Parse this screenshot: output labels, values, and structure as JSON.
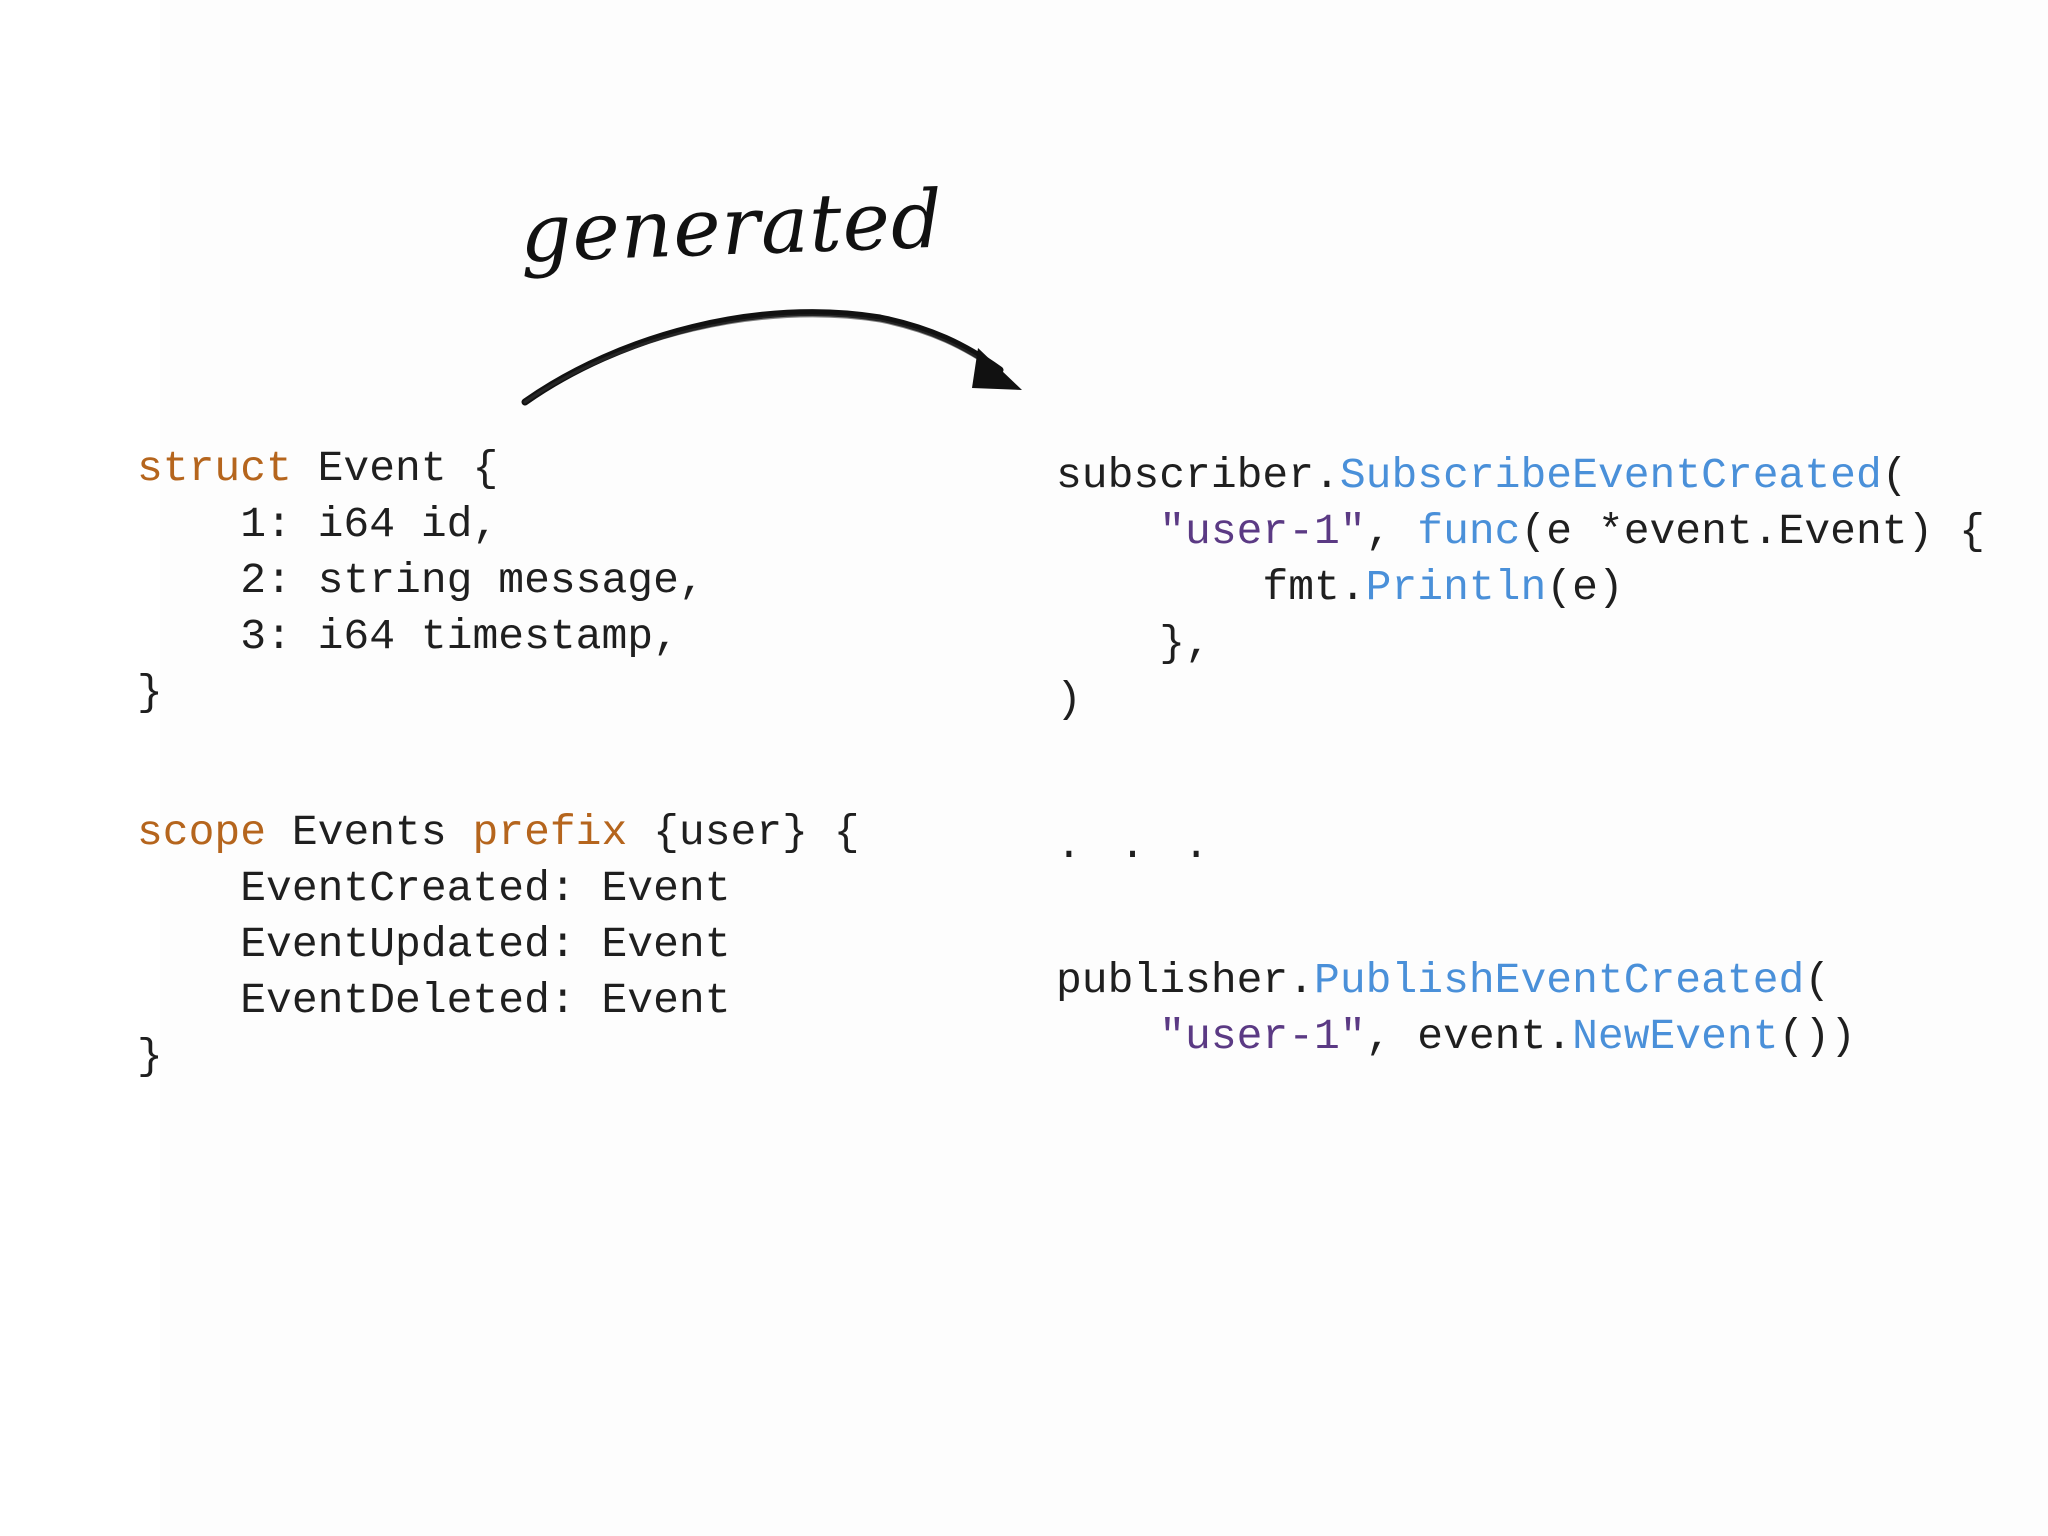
{
  "annotation": {
    "label": "generated",
    "arrow_icon": "curved-arrow-icon"
  },
  "left_code": {
    "struct_block": [
      [
        {
          "t": "struct",
          "c": "kw"
        },
        {
          "t": " Event {",
          "c": "plain"
        }
      ],
      [
        {
          "t": "    1: i64 id,",
          "c": "plain"
        }
      ],
      [
        {
          "t": "    2: string message,",
          "c": "plain"
        }
      ],
      [
        {
          "t": "    3: i64 timestamp,",
          "c": "plain"
        }
      ],
      [
        {
          "t": "}",
          "c": "plain"
        }
      ]
    ],
    "scope_block": [
      [
        {
          "t": "scope",
          "c": "kw"
        },
        {
          "t": " Events ",
          "c": "plain"
        },
        {
          "t": "prefix",
          "c": "kw"
        },
        {
          "t": " {user} {",
          "c": "plain"
        }
      ],
      [
        {
          "t": "    EventCreated: Event",
          "c": "plain"
        }
      ],
      [
        {
          "t": "    EventUpdated: Event",
          "c": "plain"
        }
      ],
      [
        {
          "t": "    EventDeleted: Event",
          "c": "plain"
        }
      ],
      [
        {
          "t": "}",
          "c": "plain"
        }
      ]
    ]
  },
  "right_code": {
    "subscribe_block": [
      [
        {
          "t": "subscriber.",
          "c": "plain"
        },
        {
          "t": "SubscribeEventCreated",
          "c": "fn"
        },
        {
          "t": "(",
          "c": "plain"
        }
      ],
      [
        {
          "t": "    ",
          "c": "plain"
        },
        {
          "t": "\"user-1\"",
          "c": "str"
        },
        {
          "t": ", ",
          "c": "plain"
        },
        {
          "t": "func",
          "c": "fn"
        },
        {
          "t": "(e *event.Event) {",
          "c": "plain"
        }
      ],
      [
        {
          "t": "        fmt.",
          "c": "plain"
        },
        {
          "t": "Println",
          "c": "fn"
        },
        {
          "t": "(e)",
          "c": "plain"
        }
      ],
      [
        {
          "t": "    },",
          "c": "plain"
        }
      ],
      [
        {
          "t": ")",
          "c": "plain"
        }
      ]
    ],
    "ellipsis": ". . .",
    "publish_block": [
      [
        {
          "t": "publisher.",
          "c": "plain"
        },
        {
          "t": "PublishEventCreated",
          "c": "fn"
        },
        {
          "t": "(",
          "c": "plain"
        }
      ],
      [
        {
          "t": "    ",
          "c": "plain"
        },
        {
          "t": "\"user-1\"",
          "c": "str"
        },
        {
          "t": ", event.",
          "c": "plain"
        },
        {
          "t": "NewEvent",
          "c": "fn"
        },
        {
          "t": "())",
          "c": "plain"
        }
      ]
    ]
  },
  "colors": {
    "keyword": "#b5651d",
    "function": "#4a90d9",
    "string": "#5b3a84",
    "text": "#1f1f1f"
  }
}
